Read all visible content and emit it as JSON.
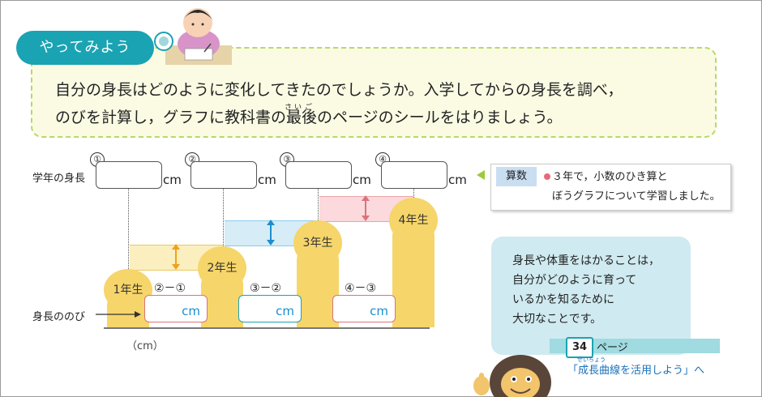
{
  "banner": {
    "label": "やってみよう"
  },
  "intro": {
    "line1": "自分の身長はどのように変化してきたのでしょうか。入学してからの身長を調べ，",
    "line2a": "のびを計算し，グラフに教科書の",
    "line2b": "最",
    "line2c": "後",
    "line2d": "のページのシールをはりましょう。",
    "ruby_sai": "さい",
    "ruby_go": "ご"
  },
  "chart": {
    "row_label": "学年の身長",
    "growth_label": "身長ののび",
    "unit": "cm",
    "bottom_unit": "（cm）",
    "markers": [
      "①",
      "②",
      "③",
      "④"
    ],
    "grades": [
      "1年生",
      "2年生",
      "3年生",
      "4年生"
    ],
    "diff_labels": [
      "②－①",
      "③－②",
      "④－③"
    ],
    "colors": {
      "body": "#f6d56a",
      "band1": "#fbefc0",
      "band2": "#d6ecf7",
      "band3": "#fbd9dc",
      "arrow1": "#f0a11a",
      "arrow2": "#1a8fcc",
      "arrow3": "#d9747a"
    }
  },
  "sansu": {
    "tag": "算数",
    "line1": "３年で，小数のひき算と",
    "line2": "ぼうグラフについて学習しました。"
  },
  "talk": {
    "lines": [
      "身長や体重をはかることは，",
      "自分がどのように育って",
      "いるかを知るために",
      "大切なことです。"
    ]
  },
  "page_ref": {
    "number": "34",
    "label": "ページ",
    "link": "「成長曲線を活用しよう」へ",
    "link_ruby": "せいちょう"
  }
}
